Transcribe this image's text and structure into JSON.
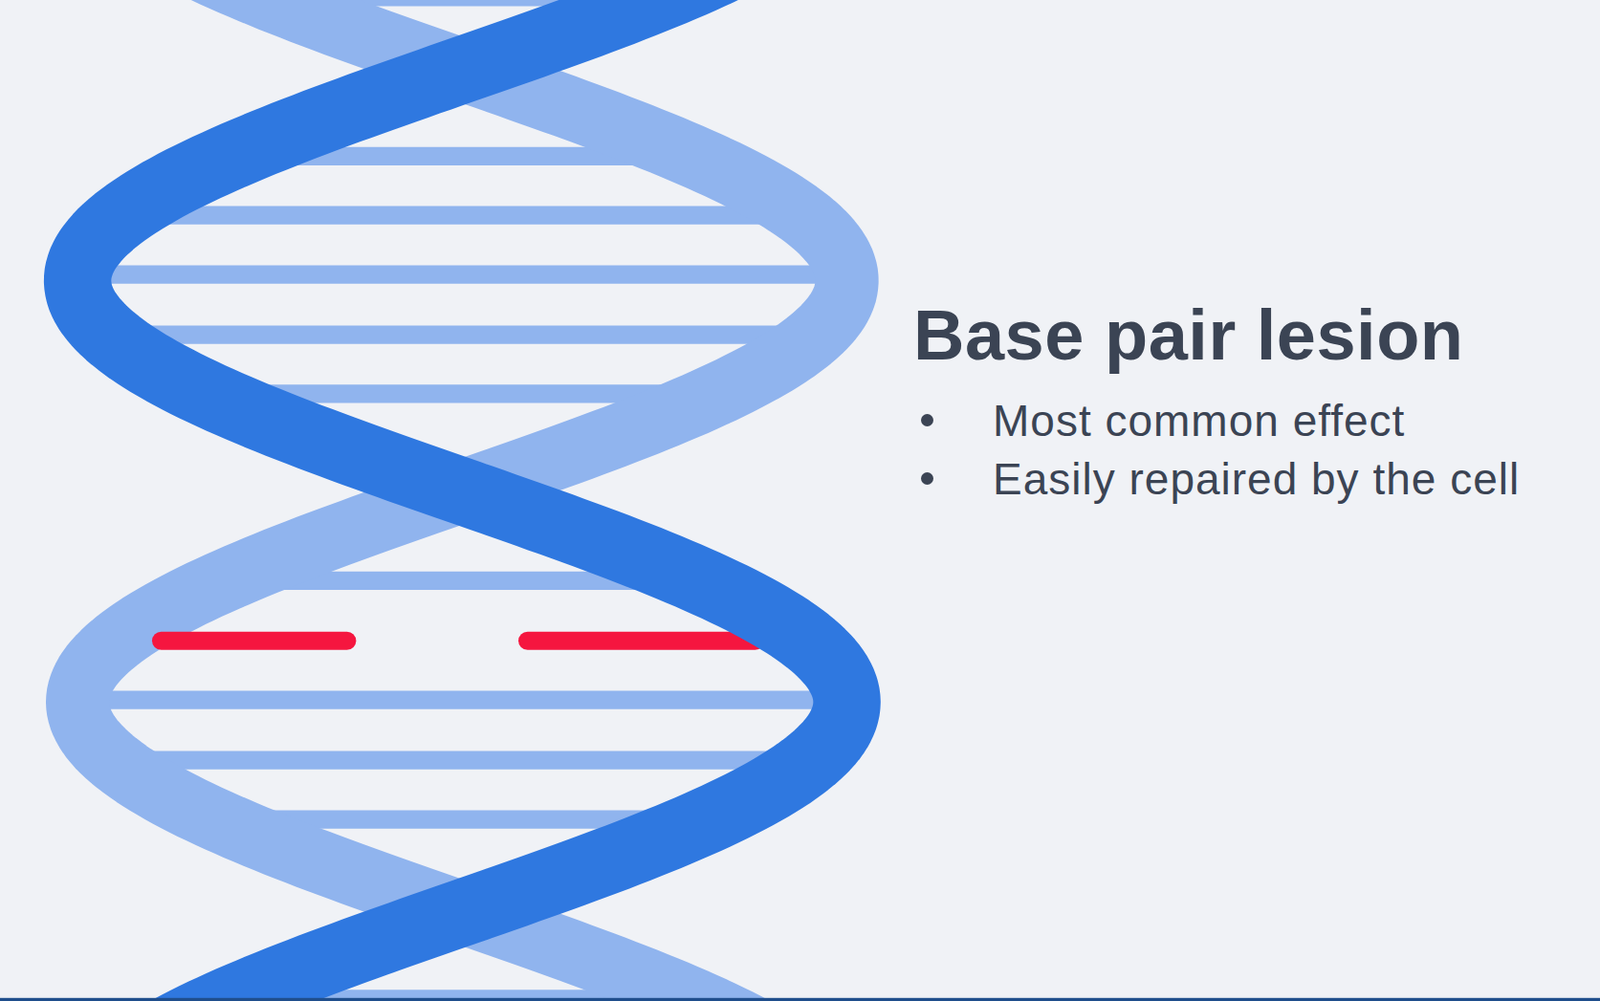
{
  "diagram": {
    "title": "Base pair lesion",
    "labels": [
      "Most common effect",
      "Easily repaired by the cell"
    ]
  }
}
